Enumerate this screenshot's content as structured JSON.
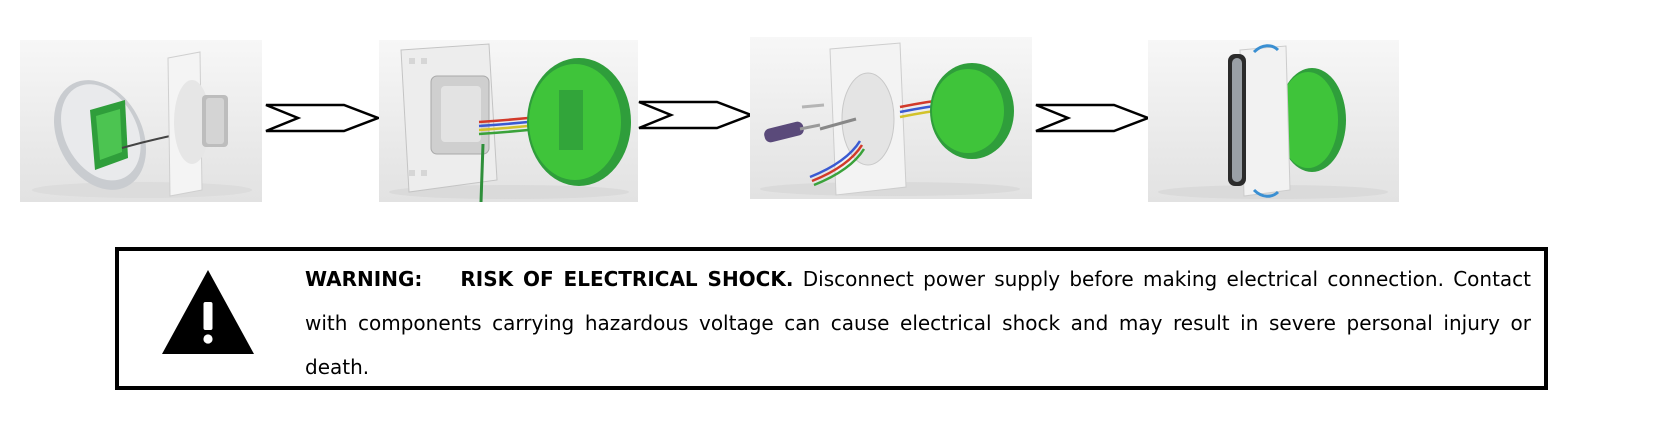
{
  "steps": [
    {
      "id": "step-1",
      "icon": "thermostat-front-panel-with-cable-image"
    },
    {
      "id": "step-2",
      "icon": "thermostat-back-plate-and-wall-box-image"
    },
    {
      "id": "step-3",
      "icon": "mounting-plate-screwdriver-wiring-image"
    },
    {
      "id": "step-4",
      "icon": "thermostat-attached-to-wall-box-image"
    }
  ],
  "arrows": [
    "arrow-right-icon",
    "arrow-right-icon",
    "arrow-right-icon"
  ],
  "warning": {
    "icon": "warning-triangle-icon",
    "label": "WARNING:",
    "heading": "RISK OF ELECTRICAL SHOCK.",
    "body": "Disconnect power supply before making electrical connection. Contact with components carrying hazardous voltage can cause electrical shock and may result in severe personal injury or death."
  },
  "colors": {
    "box_green": "#3fc43a",
    "warning_black": "#000000"
  }
}
